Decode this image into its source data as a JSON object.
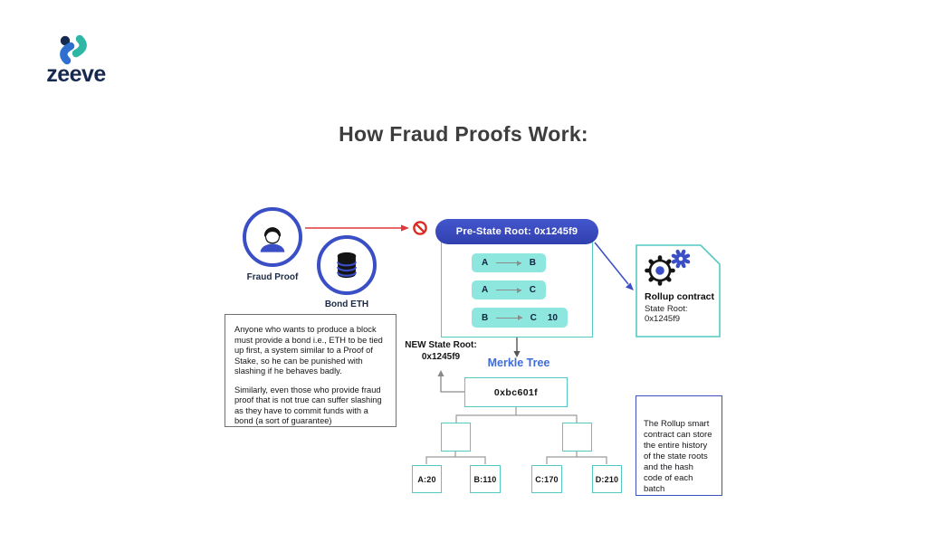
{
  "logo": {
    "text": "zeeve"
  },
  "title": "How Fraud Proofs Work:",
  "palette": {
    "primary_blue": "#3a4ec5",
    "pill_blue": "#3848bd",
    "teal_border": "#54c9c4",
    "teal_fill": "#8de7de",
    "red": "#d92b23",
    "link_blue": "#3d6cd9",
    "navy": "#16294e",
    "title_gray": "#3d3d3d",
    "line_gray": "#8a8a8a"
  },
  "actors": {
    "fraud_proof": {
      "label": "Fraud Proof",
      "icon": "person-icon"
    },
    "bond_eth": {
      "label": "Bond ETH",
      "icon": "database-icon"
    }
  },
  "bond_note": {
    "para1": "Anyone who wants to produce a block must provide a bond i.e., ETH to be tied up first, a system similar to a Proof of Stake, so he can be punished with slashing if he behaves badly.",
    "para2": "Similarly, even those who provide fraud proof that is not true can suffer slashing as they have to commit funds with a bond (a sort of guarantee)"
  },
  "pre_state_pill": {
    "label": "Pre-State Root: 0x1245f9"
  },
  "transitions": [
    {
      "from": "A",
      "to": "B",
      "value": ""
    },
    {
      "from": "A",
      "to": "C",
      "value": ""
    },
    {
      "from": "B",
      "to": "C",
      "value": "10"
    }
  ],
  "rollup_contract": {
    "title": "Rollup contract",
    "state_root_label": "State Root:",
    "state_root_value": "0x1245f9"
  },
  "new_state_root": {
    "line1": "NEW State Root:",
    "line2": "0x1245f9"
  },
  "merkle_tree": {
    "label": "Merkle Tree",
    "root_hash": "0xbc601f",
    "leaves": [
      "A:20",
      "B:110",
      "C:170",
      "D:210"
    ]
  },
  "rollup_note": {
    "text": "The Rollup smart contract can store the entire history of the state roots and the hash code of each batch"
  }
}
